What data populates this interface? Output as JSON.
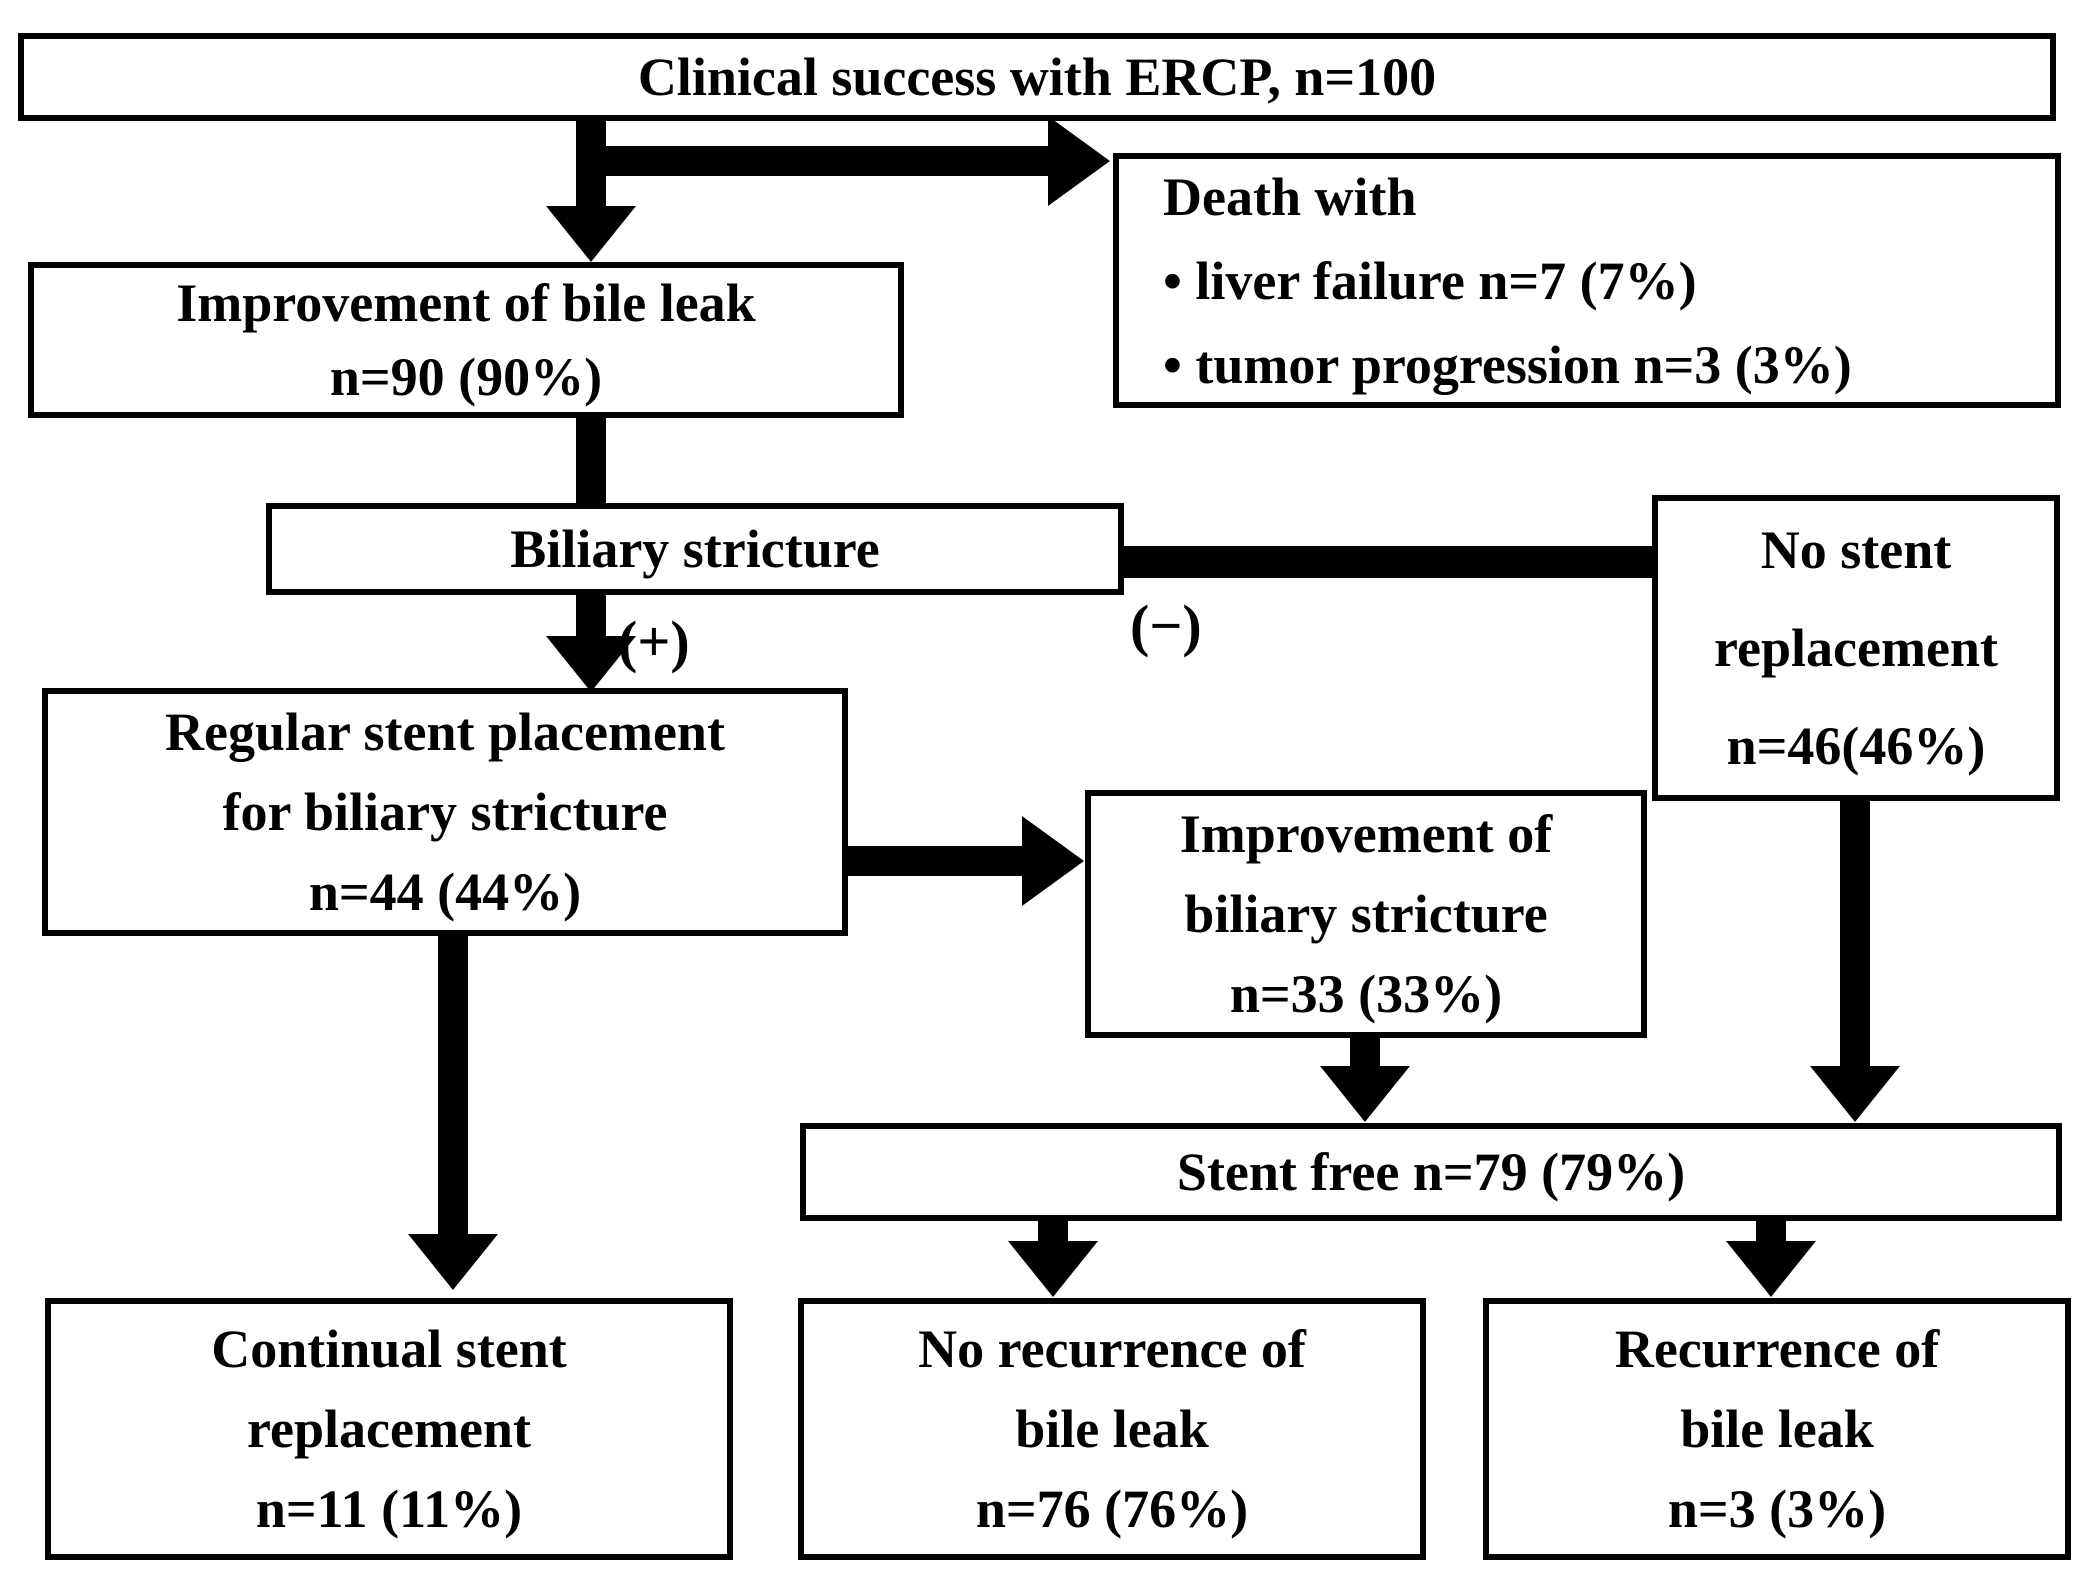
{
  "diagram": {
    "title_hint": "ERCP clinical outcome flowchart",
    "colors": {
      "background": "#ffffff",
      "line": "#000000",
      "box_fill": "#ffffff",
      "text": "#000000"
    },
    "nodes": {
      "clinical_success": {
        "lines": [
          "Clinical success with ERCP, n=100"
        ]
      },
      "death": {
        "lines": [
          "Death with",
          "• liver failure n=7 (7%)",
          "• tumor progression n=3 (3%)"
        ]
      },
      "bile_leak": {
        "lines": [
          "Improvement of bile leak",
          "n=90 (90%)"
        ]
      },
      "biliary_stricture": {
        "lines": [
          "Biliary stricture"
        ]
      },
      "no_stent": {
        "lines": [
          "No stent",
          "replacement",
          "n=46(46%)"
        ]
      },
      "regular_stent": {
        "lines": [
          "Regular stent placement",
          "for biliary stricture",
          "n=44 (44%)"
        ]
      },
      "improve_stricture": {
        "lines": [
          "Improvement of",
          "biliary stricture",
          "n=33 (33%)"
        ]
      },
      "stent_free": {
        "lines": [
          "Stent free n=79 (79%)"
        ]
      },
      "continual": {
        "lines": [
          "Continual stent",
          "replacement",
          "n=11 (11%)"
        ]
      },
      "no_recurrence": {
        "lines": [
          "No recurrence of",
          "bile leak",
          "n=76 (76%)"
        ]
      },
      "recurrence": {
        "lines": [
          "Recurrence of",
          "bile leak",
          "n=3 (3%)"
        ]
      }
    },
    "edge_labels": {
      "positive": "(+)",
      "negative": "(−)"
    }
  }
}
